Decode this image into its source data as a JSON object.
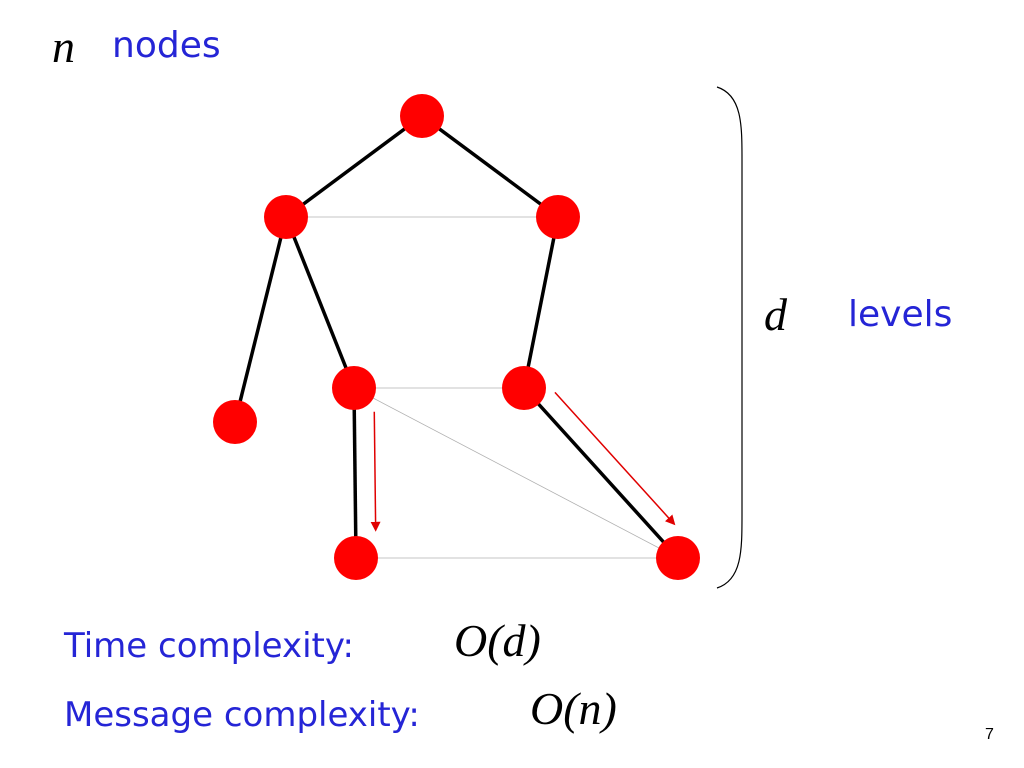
{
  "header": {
    "n_symbol": "n",
    "nodes_label": "nodes"
  },
  "levels": {
    "d_symbol": "d",
    "levels_label": "levels"
  },
  "complexity": {
    "time_label": "Time complexity:",
    "time_O": "O",
    "time_arg": "(d)",
    "message_label": "Message complexity:",
    "message_O": "O",
    "message_arg": "(n)"
  },
  "page_number": "7",
  "colors": {
    "node": "#ff0000",
    "edge": "#000000",
    "message_arrow": "#e00000",
    "level_line": "#b0b0b0",
    "text": "#2525d6"
  },
  "tree": {
    "nodes": [
      "root",
      "a",
      "b",
      "c",
      "d",
      "e",
      "f",
      "g"
    ],
    "edges": [
      [
        "root",
        "a"
      ],
      [
        "root",
        "b"
      ],
      [
        "a",
        "c"
      ],
      [
        "a",
        "d"
      ],
      [
        "b",
        "e"
      ],
      [
        "d",
        "f"
      ],
      [
        "e",
        "g"
      ]
    ],
    "level_links": [
      [
        "a",
        "b"
      ],
      [
        "d",
        "e"
      ],
      [
        "d",
        "g"
      ],
      [
        "f",
        "g"
      ]
    ],
    "message_arrows": [
      [
        "d",
        "f"
      ],
      [
        "e",
        "g"
      ]
    ]
  }
}
